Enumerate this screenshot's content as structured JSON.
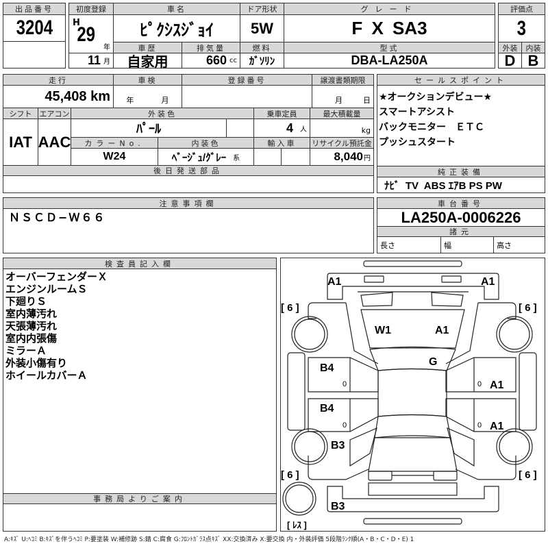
{
  "lot": {
    "label": "出品番号",
    "value": "3204"
  },
  "first_registration": {
    "label": "初度登録",
    "era": "H",
    "year": "29",
    "year_unit": "年",
    "month": "11",
    "month_unit": "月"
  },
  "car_name": {
    "label": "車名",
    "value": "ﾋﾟｸｼｽｼﾞｮｲ"
  },
  "door": {
    "label": "ドア形状",
    "value": "5W"
  },
  "grade": {
    "label": "グレード",
    "value": "F X SA3"
  },
  "history": {
    "label": "車歴",
    "value": "自家用"
  },
  "displacement": {
    "label": "排気量",
    "value": "660",
    "unit": "cc"
  },
  "fuel": {
    "label": "燃料",
    "value": "ｶﾞｿﾘﾝ"
  },
  "model": {
    "label": "型式",
    "value": "DBA-LA250A"
  },
  "score": {
    "label": "評価点",
    "value": "3",
    "exterior_label": "外装",
    "interior_label": "内装",
    "exterior": "D",
    "interior": "B"
  },
  "mileage": {
    "label": "走行",
    "value": "45,408 km"
  },
  "inspection": {
    "label": "車検",
    "year_unit": "年",
    "month_unit": "月"
  },
  "registration_no": {
    "label": "登録番号"
  },
  "transfer_deadline": {
    "label": "譲渡書類期限",
    "month_unit": "月",
    "day_unit": "日"
  },
  "shift": {
    "label": "シフト",
    "value": "IAT"
  },
  "aircon": {
    "label": "エアコン",
    "value": "AAC"
  },
  "exterior_color": {
    "label": "外装色",
    "value": "ﾊﾟｰﾙ"
  },
  "capacity": {
    "label": "乗車定員",
    "value": "4",
    "unit": "人"
  },
  "max_load": {
    "label": "最大積載量",
    "unit": "kg"
  },
  "color_no": {
    "label": "カラーNo.",
    "value": "W24"
  },
  "interior_color": {
    "label": "内装色",
    "value": "ﾍﾞｰｼﾞｭ/ｸﾞﾚｰ",
    "suffix": "系"
  },
  "import": {
    "label": "輸入車"
  },
  "recycle": {
    "label": "リサイクル預託金",
    "value": "8,040",
    "unit": "円"
  },
  "later_parts": {
    "label": "後日発送部品"
  },
  "sales_points": {
    "label": "セールスポイント",
    "items": [
      "★オークションデビュー★",
      "スマートアシスト",
      "バックモニター　ＥＴＣ",
      "プッシュスタート"
    ]
  },
  "equipment": {
    "label": "純正装備",
    "value": "ﾅﾋﾞ  TV  ABS ｴｱB PS PW"
  },
  "notes": {
    "label": "注意事項欄",
    "value": "ＮＳＣＤ−Ｗ６６"
  },
  "chassis": {
    "label": "車台番号",
    "value": "LA250A-0006226"
  },
  "specs": {
    "label": "諸元",
    "length": "長さ",
    "width": "幅",
    "height": "高さ"
  },
  "inspector": {
    "label": "検査員記入欄",
    "items": [
      "オーバーフェンダーＸ",
      "エンジンルームＳ",
      "下廻りＳ",
      "室内薄汚れ",
      "天張薄汚れ",
      "室内内張傷",
      "ミラーＡ",
      "外装小傷有り",
      "ホイールカバーＡ"
    ]
  },
  "office": {
    "label": "事務局よりご案内"
  },
  "diagram": {
    "marks": {
      "front_bumper_left": "A1",
      "front_bumper_right": "A1",
      "hood_left": "W1",
      "hood_right": "A1",
      "windshield": "G",
      "front_door_left": "B4",
      "rear_door_left": "B4",
      "front_door_right": "A1",
      "rear_door_right": "A1",
      "rear_fender_left": "B3",
      "rear_bumper": "B3",
      "door_left_front_num": "0",
      "door_left_rear_num": "0",
      "door_right_front_num": "0",
      "door_right_rear_num": "0"
    },
    "tires": {
      "front_left": "[ 6 ]",
      "front_right": "[ 6 ]",
      "rear_left": "[ 6 ]",
      "rear_right": "[ 6 ]",
      "spare": "[ ﾚｽ ]"
    }
  },
  "legend": "A:ｷｽﾞ U:ﾍｺﾐ B:ｷｽﾞを伴うﾍｺﾐ P:要塗装 W:補修跡 S:錆 C:腐食 G:ﾌﾛﾝﾄｶﾞﾗｽ点ｷｽﾞ XX:交換済み X:要交換 内・外装評価 5段階ﾗﾝｸ順(A・B・C・D・E) 1"
}
